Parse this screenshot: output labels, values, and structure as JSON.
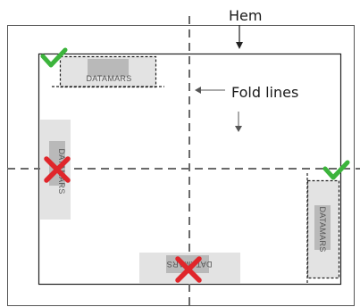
{
  "labels": {
    "hem": "Hem",
    "fold_lines": "Fold lines"
  },
  "tags": [
    {
      "text": "DATAMARS",
      "placement": "top-left, away from folds",
      "status": "correct"
    },
    {
      "text": "DATAMARS",
      "placement": "left edge, on horizontal fold",
      "status": "incorrect"
    },
    {
      "text": "DATAMARS",
      "placement": "right edge, below horizontal fold",
      "status": "correct"
    },
    {
      "text": "DATAMARS",
      "placement": "bottom edge, on vertical fold",
      "status": "incorrect"
    }
  ],
  "colors": {
    "correct": "#3cb43c",
    "incorrect": "#e0262b",
    "brand_red": "#c0392b",
    "brand_dark": "#555555",
    "tag_fill": "#e3e3e3",
    "tag_center": "#b9b9b9",
    "outline": "#222222",
    "fold_line": "#6a6a6a"
  },
  "icons": {
    "correct": "check-mark-icon",
    "incorrect": "cross-mark-icon"
  }
}
